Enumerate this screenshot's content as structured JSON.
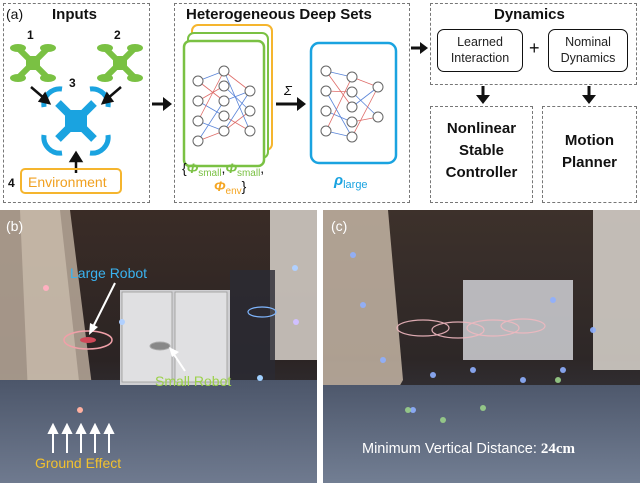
{
  "panel_a": {
    "label": "(a)",
    "inputs": {
      "title": "Inputs",
      "drone_numbers": [
        "1",
        "2",
        "3"
      ],
      "env_number": "4",
      "env_label": "Environment"
    },
    "deep_sets": {
      "title": "Heterogeneous Deep Sets",
      "sum_symbol": "Σ",
      "phi_set": {
        "open": "{",
        "phi": "Φ",
        "sub_small": "small",
        "sub_env": "env",
        "comma": ",",
        "close": "}"
      },
      "rho": {
        "rho": "ρ",
        "sub": "large"
      }
    },
    "dynamics": {
      "title": "Dynamics",
      "learned_line1": "Learned",
      "learned_line2": "Interaction",
      "plus": "+",
      "nominal_line1": "Nominal",
      "nominal_line2": "Dynamics",
      "controller_line1": "Nonlinear",
      "controller_line2": "Stable",
      "controller_line3": "Controller",
      "planner_line1": "Motion",
      "planner_line2": "Planner"
    }
  },
  "panel_b": {
    "label": "(b)",
    "large_robot": "Large Robot",
    "small_robot": "Small Robot",
    "ground_effect": "Ground Effect"
  },
  "panel_c": {
    "label": "(c)",
    "caption": "Minimum Vertical Distance: ",
    "distance": "24cm"
  },
  "colors": {
    "green": "#7ac143",
    "blue": "#1aa3e0",
    "orange": "#f5b52e",
    "net_red": "#d9534f",
    "net_blue": "#3d6fd1",
    "label_blue": "#3ab3f0",
    "label_green": "#9bd14a",
    "label_yellow": "#f2c12e"
  }
}
